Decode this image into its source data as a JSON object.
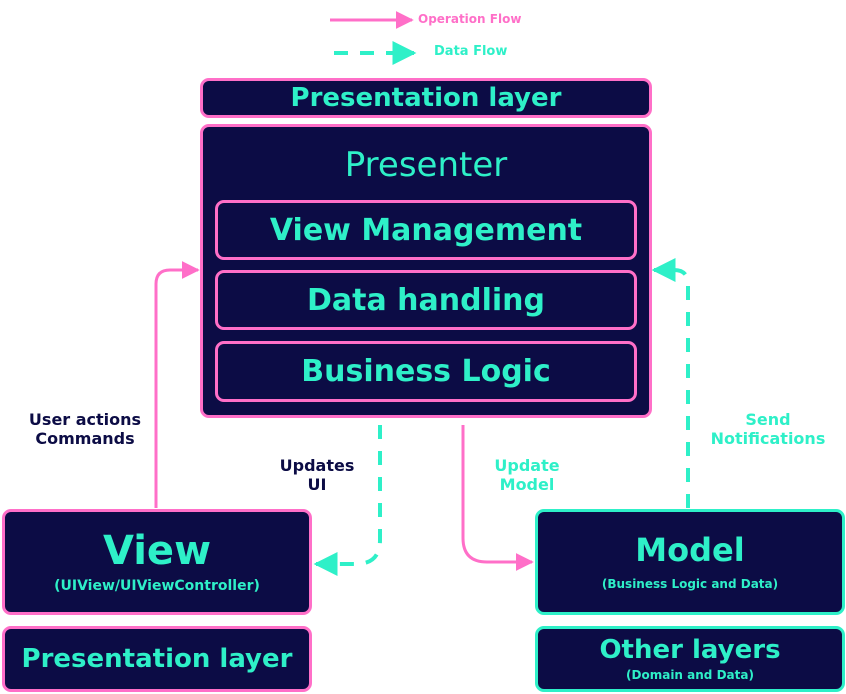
{
  "legend": {
    "operation_flow": "Operation Flow",
    "data_flow": "Data Flow"
  },
  "top_layer": {
    "label": "Presentation layer"
  },
  "presenter": {
    "title": "Presenter",
    "items": [
      "View Management",
      "Data handling",
      "Business Logic"
    ]
  },
  "view": {
    "title": "View",
    "subtitle": "(UIView/UIViewController)",
    "layer": "Presentation layer"
  },
  "model": {
    "title": "Model",
    "subtitle": "(Business Logic and Data)",
    "layer_title": "Other layers",
    "layer_subtitle": "(Domain and Data)"
  },
  "arrows": {
    "user_actions": [
      "User actions",
      "Commands"
    ],
    "updates_ui": [
      "Updates",
      "UI"
    ],
    "update_model": [
      "Update",
      "Model"
    ],
    "send_notifications": [
      "Send",
      "Notifications"
    ]
  },
  "colors": {
    "navy": "#0c0c45",
    "pink": "#ff6fc8",
    "teal": "#2ef0c8"
  }
}
